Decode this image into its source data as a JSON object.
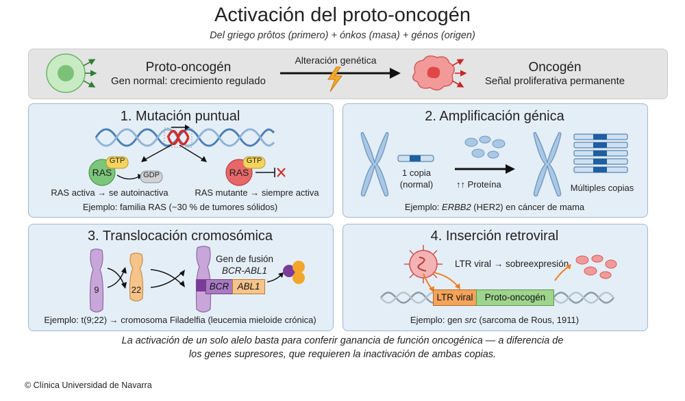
{
  "header": {
    "title": "Activación del proto-oncogén",
    "subtitle": "Del griego prôtos (primero) + ónkos (masa) + génos (origen)"
  },
  "banner": {
    "left_title": "Proto-oncogén",
    "left_sub": "Gen normal: crecimiento regulado",
    "arrow_label": "Alteración genética",
    "right_title": "Oncogén",
    "right_sub": "Señal proliferativa permanente"
  },
  "panel1": {
    "title": "1. Mutación puntual",
    "ras": "RAS",
    "gtp": "GTP",
    "gdp": "GDP",
    "left_caption": "RAS activa → se autoinactiva",
    "right_caption": "RAS mutante → siempre activa",
    "example": "Ejemplo: familia RAS (~30 % de tumores sólidos)"
  },
  "panel2": {
    "title": "2. Amplificación génica",
    "one_copy": "1 copia",
    "normal": "(normal)",
    "protein": "↑↑ Proteína",
    "multiple": "Múltiples copias",
    "example_prefix": "Ejemplo: ",
    "example_gene": "ERBB2",
    "example_suffix": " (HER2) en cáncer de mama"
  },
  "panel3": {
    "title": "3. Translocación cromosómica",
    "chr9": "9",
    "chr22": "22",
    "fusion_label": "Gen de fusión",
    "fusion_gene": "BCR-ABL1",
    "bcr": "BCR",
    "abl1": "ABL1",
    "example": "Ejemplo: t(9;22) → cromosoma Filadelfia (leucemia mieloide crónica)"
  },
  "panel4": {
    "title": "4. Inserción retroviral",
    "ltr_caption": "LTR viral → sobreexpresión",
    "ltr_box": "LTR viral",
    "proto_box": "Proto-oncogén",
    "example_prefix": "Ejemplo: gen ",
    "example_gene": "src",
    "example_suffix": " (sarcoma de Rous, 1911)"
  },
  "footer": {
    "line1": "La activación de un solo alelo basta para conferir ganancia de función oncogénica — a diferencia de",
    "line2": "los genes supresores, que requieren la inactivación de ambas copias.",
    "copyright": "© Clínica Universidad de Navarra"
  },
  "colors": {
    "panel_bg": "#e4eef7",
    "panel_border": "#9fb8cf",
    "ras_green": "#7bc67a",
    "ras_red": "#e8686a",
    "gtp_yellow": "#f4d35e",
    "chromosome_blue": "#a9c8e6",
    "chromosome_purple": "#c9a6d9",
    "chromosome_orange": "#f6c48a",
    "ltr_orange": "#f4a35a",
    "proto_green": "#9ed48c"
  }
}
